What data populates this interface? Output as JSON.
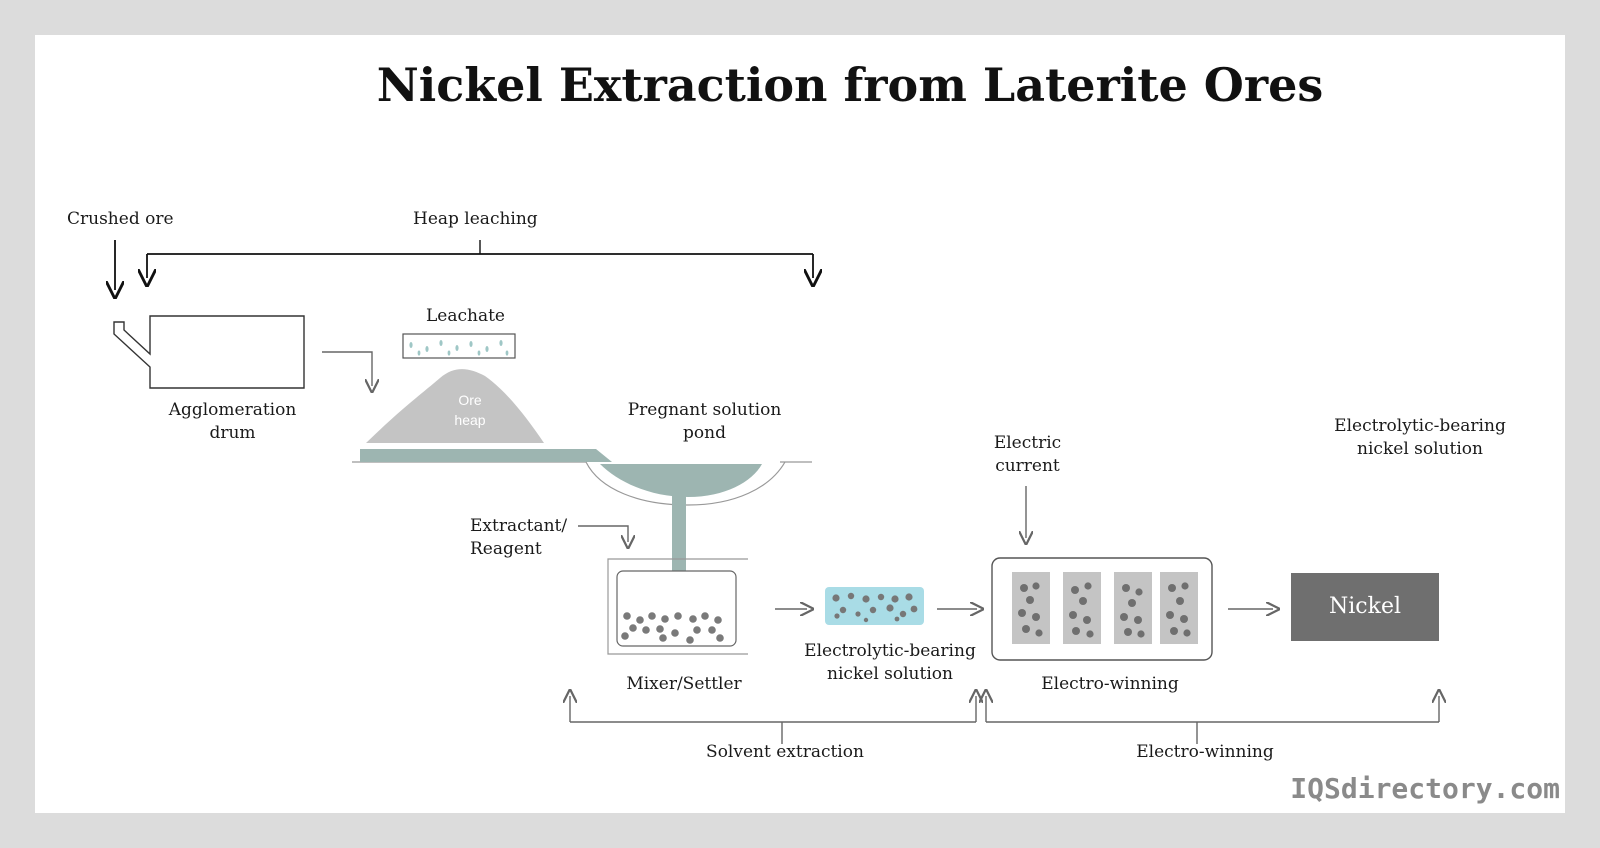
{
  "title": "Nickel Extraction from Laterite Ores",
  "labels": {
    "crushed_ore": "Crushed ore",
    "heap_leaching": "Heap leaching",
    "leachate": "Leachate",
    "agglomeration_drum_1": "Agglomeration",
    "agglomeration_drum_2": "drum",
    "ore_heap_1": "Ore",
    "ore_heap_2": "heap",
    "pregnant_pond_1": "Pregnant solution",
    "pregnant_pond_2": "pond",
    "extractant_1": "Extractant/",
    "extractant_2": "Reagent",
    "mixer_settler": "Mixer/Settler",
    "electrolytic_mid_1": "Electrolytic-bearing",
    "electrolytic_mid_2": "nickel solution",
    "electric_current_1": "Electric",
    "electric_current_2": "current",
    "electro_winning_unit": "Electro-winning",
    "electrolytic_right_1": "Electrolytic-bearing",
    "electrolytic_right_2": "nickel solution",
    "nickel": "Nickel",
    "solvent_extraction": "Solvent extraction",
    "electro_winning_stage": "Electro-winning"
  },
  "watermark": "IQSdirectory.com",
  "colors": {
    "background": "#dcdcdc",
    "panel": "#ffffff",
    "gray_fill": "#c4c4c4",
    "dark_gray": "#6f6f6f",
    "pond_teal": "#9db5b1",
    "solution_blue": "#a9dce6",
    "dot_gray": "#7a7a7a"
  }
}
